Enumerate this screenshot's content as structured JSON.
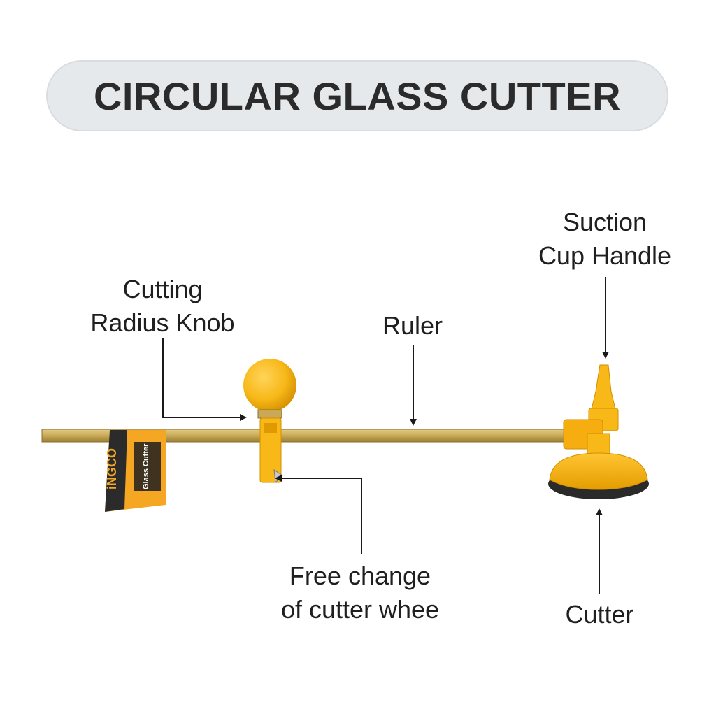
{
  "title": "CIRCULAR GLASS CUTTER",
  "labels": {
    "suction_cup_handle": [
      "Suction",
      "Cup Handle"
    ],
    "cutting_radius_knob": [
      "Cutting",
      "Radius Knob"
    ],
    "ruler": "Ruler",
    "free_change": [
      "Free change",
      "of cutter whee"
    ],
    "cutter": "Cutter"
  },
  "product_tag": {
    "brand": "iNGCO",
    "text": "Glass Cutter"
  },
  "colors": {
    "tool_yellow": "#f7b818",
    "tool_yellow_dark": "#e09a00",
    "brass_ruler": "#c9a957",
    "base_rubber": "#2a2a2a",
    "tag_orange": "#f5a623",
    "text": "#1f1f1f",
    "title_pill": "#e6e9ec"
  }
}
